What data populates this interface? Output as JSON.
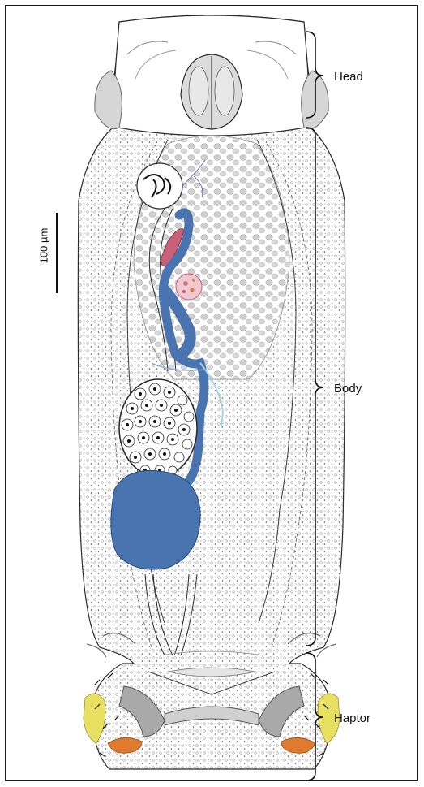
{
  "regions": [
    {
      "key": "head",
      "label": "Head"
    },
    {
      "key": "body",
      "label": "Body"
    },
    {
      "key": "haptor",
      "label": "Haptor"
    }
  ],
  "scale_bar": {
    "label": "100 µm"
  },
  "colors": {
    "line": "#2b2b2b",
    "stipple": "#bdbdbd",
    "vitellaria": "#c8c8c8",
    "duct_blue": "#4a74b0",
    "pink_organ": "#c9607a",
    "orange_organ": "#e07a2e",
    "yellow_organ": "#e8e060",
    "light_blue": "#a8d4ea",
    "gray_structure": "#a9a9a9"
  }
}
